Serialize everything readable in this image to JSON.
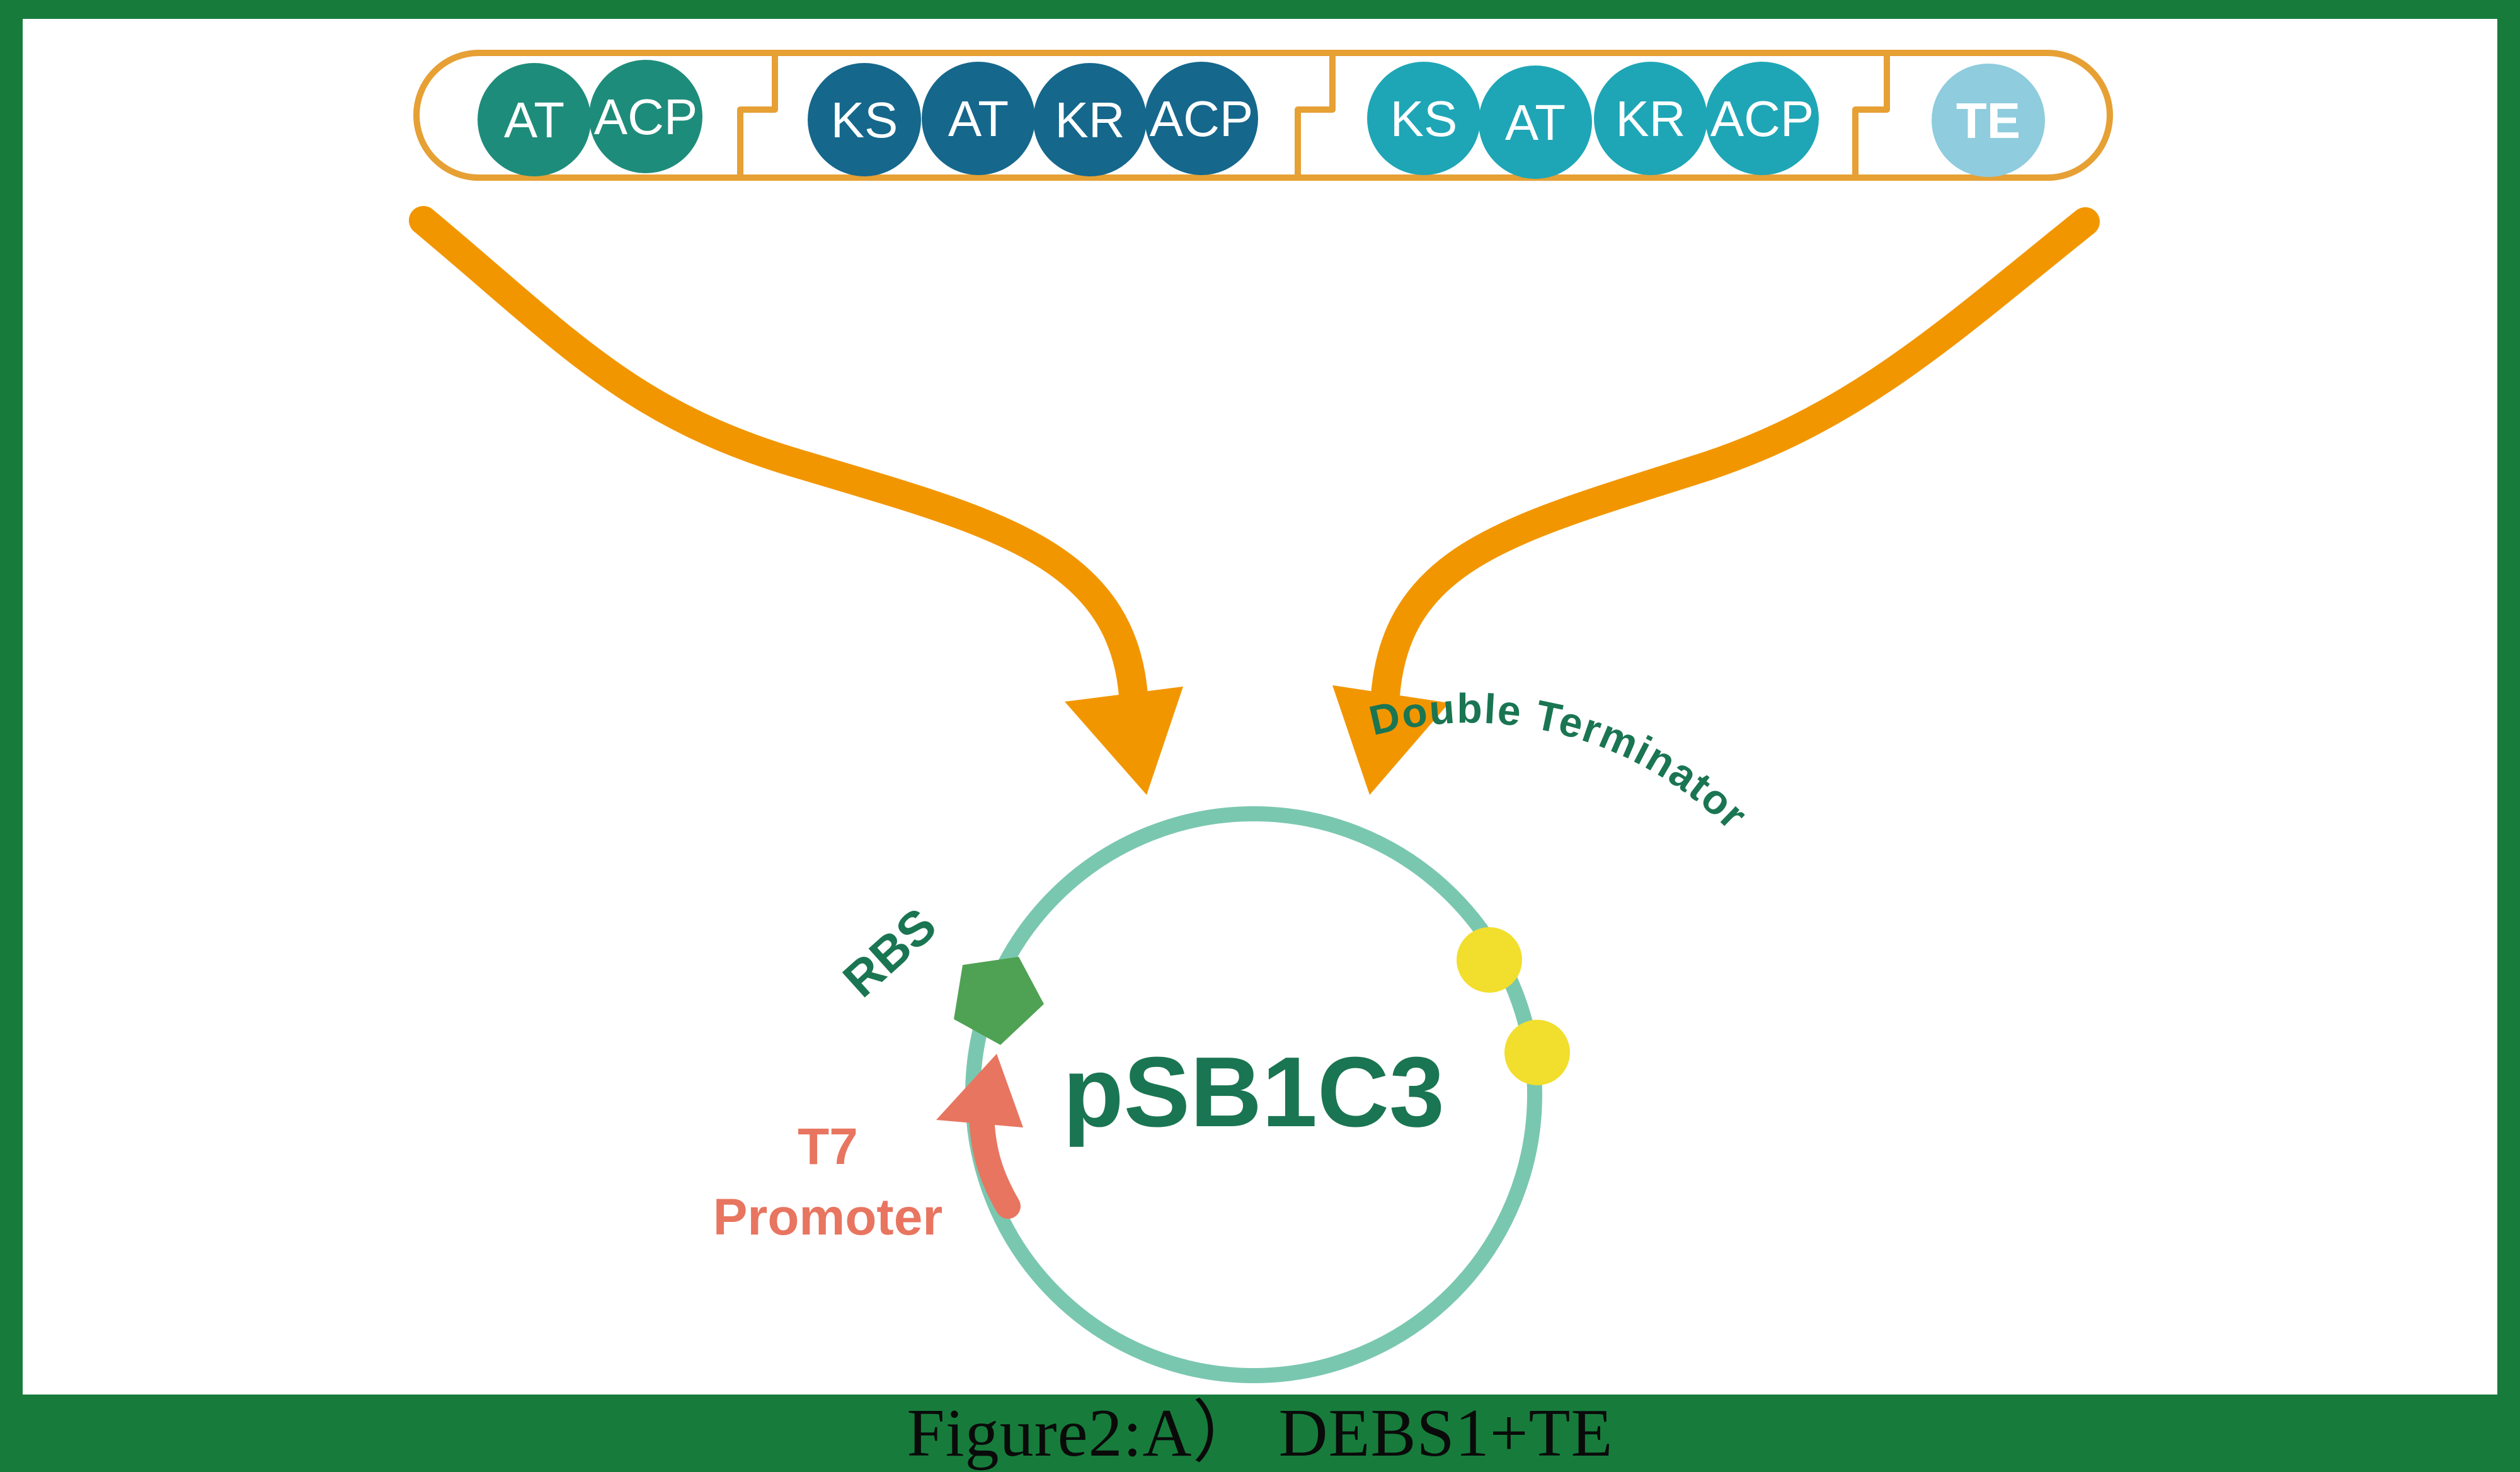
{
  "caption": "Figure2:A） DEBS1+TE",
  "colors": {
    "frame": "#177C3B",
    "panel": "#FFFFFF",
    "module_outline": "#E6A034",
    "arrow": "#F29600",
    "plasmid_ring": "#7AC7B0",
    "promoter": "#E87560",
    "rbs": "#4FA253",
    "terminator": "#F2DE2C",
    "label_green": "#1A7552",
    "loading_module": "#1E8C7A",
    "module_1": "#15678C",
    "module_2": "#1EA6B6",
    "thioesterase": "#8ECCDE"
  },
  "modules": [
    {
      "name": "loading",
      "domains": [
        "AT",
        "ACP"
      ]
    },
    {
      "name": "module1",
      "domains": [
        "KS",
        "AT",
        "KR",
        "ACP"
      ]
    },
    {
      "name": "module2",
      "domains": [
        "KS",
        "AT",
        "KR",
        "ACP"
      ]
    },
    {
      "name": "te",
      "domains": [
        "TE"
      ]
    }
  ],
  "plasmid": {
    "name": "pSB1C3",
    "rbs_label": "RBS",
    "promoter_label_line1": "T7",
    "promoter_label_line2": "Promoter",
    "terminator_label": "Double Terminator"
  }
}
